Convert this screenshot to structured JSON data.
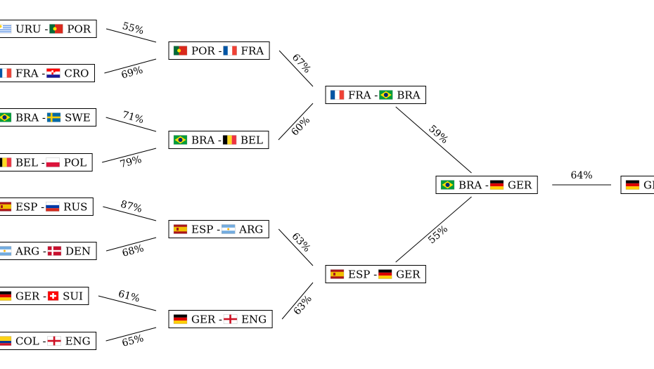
{
  "flag_colors": {
    "URU": [
      "#ffffff",
      "#5b92e5"
    ],
    "POR": [
      "#046a38",
      "#da291c"
    ],
    "FRA": [
      "#0055a4",
      "#ffffff",
      "#ef4135"
    ],
    "CRO": [
      "#ff0000",
      "#ffffff",
      "#171796"
    ],
    "BRA": [
      "#009c3b",
      "#ffdf00",
      "#002776"
    ],
    "SWE": [
      "#006aa7",
      "#fecc00"
    ],
    "BEL": [
      "#000000",
      "#fdda24",
      "#ef3340"
    ],
    "POL": [
      "#ffffff",
      "#dc143c"
    ],
    "ESP": [
      "#aa151b",
      "#f1bf00"
    ],
    "RUS": [
      "#ffffff",
      "#0039a6",
      "#d52b1e"
    ],
    "ARG": [
      "#74acdf",
      "#ffffff",
      "#f6b40e"
    ],
    "DEN": [
      "#c8102e",
      "#ffffff"
    ],
    "GER": [
      "#000000",
      "#dd0000",
      "#ffce00"
    ],
    "SUI": [
      "#ff0000",
      "#ffffff"
    ],
    "COL": [
      "#fcd116",
      "#003893",
      "#ce1126"
    ],
    "ENG": [
      "#ffffff",
      "#ce1124"
    ]
  },
  "rounds": {
    "round_of_16": [
      {
        "team1": "URU",
        "team2": "POR",
        "winner": "POR",
        "probability": "55%"
      },
      {
        "team1": "FRA",
        "team2": "CRO",
        "winner": "FRA",
        "probability": "69%"
      },
      {
        "team1": "BRA",
        "team2": "SWE",
        "winner": "BRA",
        "probability": "71%"
      },
      {
        "team1": "BEL",
        "team2": "POL",
        "winner": "BEL",
        "probability": "79%"
      },
      {
        "team1": "ESP",
        "team2": "RUS",
        "winner": "ESP",
        "probability": "87%"
      },
      {
        "team1": "ARG",
        "team2": "DEN",
        "winner": "ARG",
        "probability": "68%"
      },
      {
        "team1": "GER",
        "team2": "SUI",
        "winner": "GER",
        "probability": "61%"
      },
      {
        "team1": "COL",
        "team2": "ENG",
        "winner": "ENG",
        "probability": "65%"
      }
    ],
    "quarter_finals": [
      {
        "team1": "POR",
        "team2": "FRA",
        "winner": "FRA",
        "probability": "67%"
      },
      {
        "team1": "BRA",
        "team2": "BEL",
        "winner": "BRA",
        "probability": "60%"
      },
      {
        "team1": "ESP",
        "team2": "ARG",
        "winner": "ESP",
        "probability": "63%"
      },
      {
        "team1": "GER",
        "team2": "ENG",
        "winner": "GER",
        "probability": "63%"
      }
    ],
    "semi_finals": [
      {
        "team1": "FRA",
        "team2": "BRA",
        "winner": "BRA",
        "probability": "59%"
      },
      {
        "team1": "ESP",
        "team2": "GER",
        "winner": "GER",
        "probability": "55%"
      }
    ],
    "final": [
      {
        "team1": "BRA",
        "team2": "GER",
        "winner": "GER",
        "probability": "64%"
      }
    ],
    "champion": "GER"
  }
}
